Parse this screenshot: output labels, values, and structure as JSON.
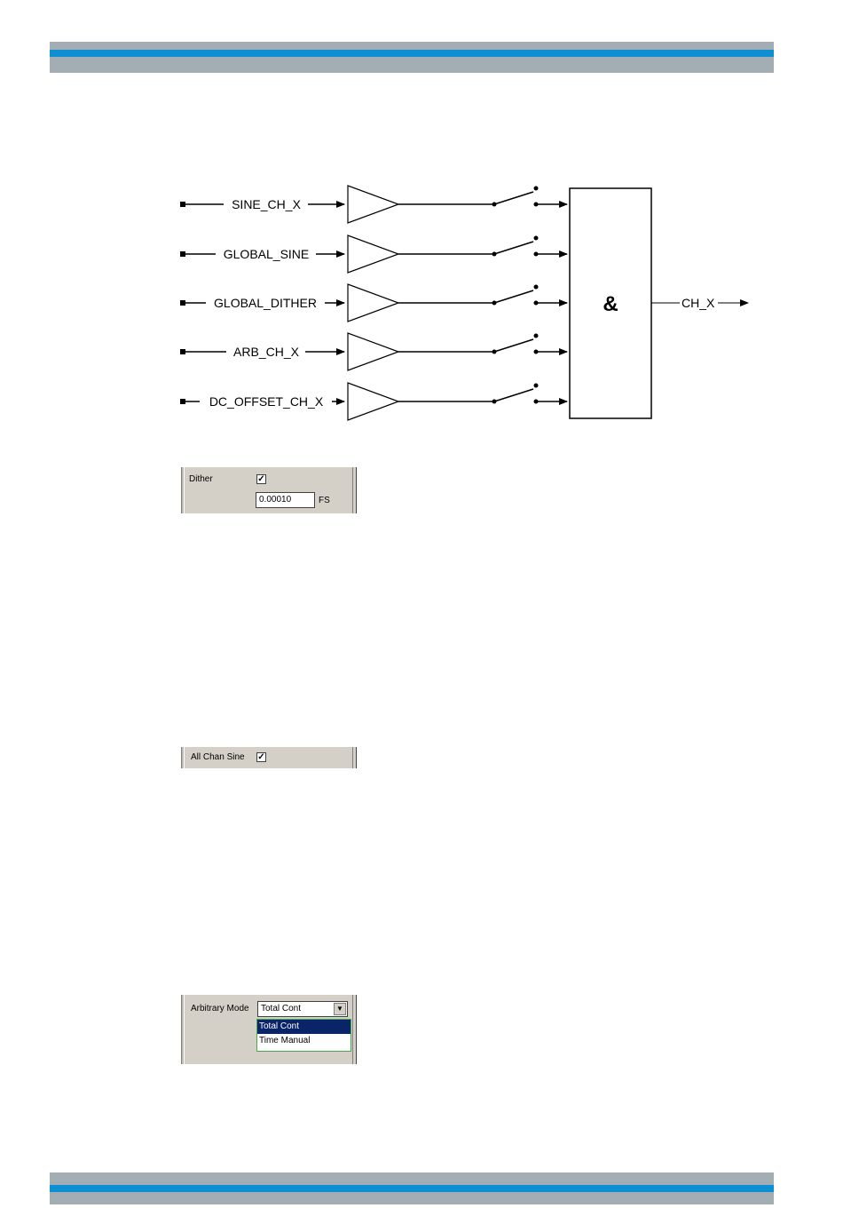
{
  "diagram": {
    "inputs": [
      "SINE_CH_X",
      "GLOBAL_SINE",
      "GLOBAL_DITHER",
      "ARB_CH_X",
      "DC_OFFSET_CH_X"
    ],
    "combiner_symbol": "&",
    "output_label": "CH_X"
  },
  "dither_panel": {
    "label": "Dither",
    "checked": "✓",
    "value": "0.00010",
    "unit": "FS"
  },
  "all_chan_panel": {
    "label": "All Chan Sine",
    "checked": "✓"
  },
  "arbitrary_panel": {
    "label": "Arbitrary Mode",
    "selected": "Total Cont",
    "options": [
      "Total Cont",
      "Time Manual"
    ],
    "arrow": "▼"
  },
  "colors": {
    "band_grey": "#a3aeb4",
    "band_blue": "#0e8ed3",
    "panel_bg": "#d4d0c8",
    "selection": "#0a246a"
  }
}
